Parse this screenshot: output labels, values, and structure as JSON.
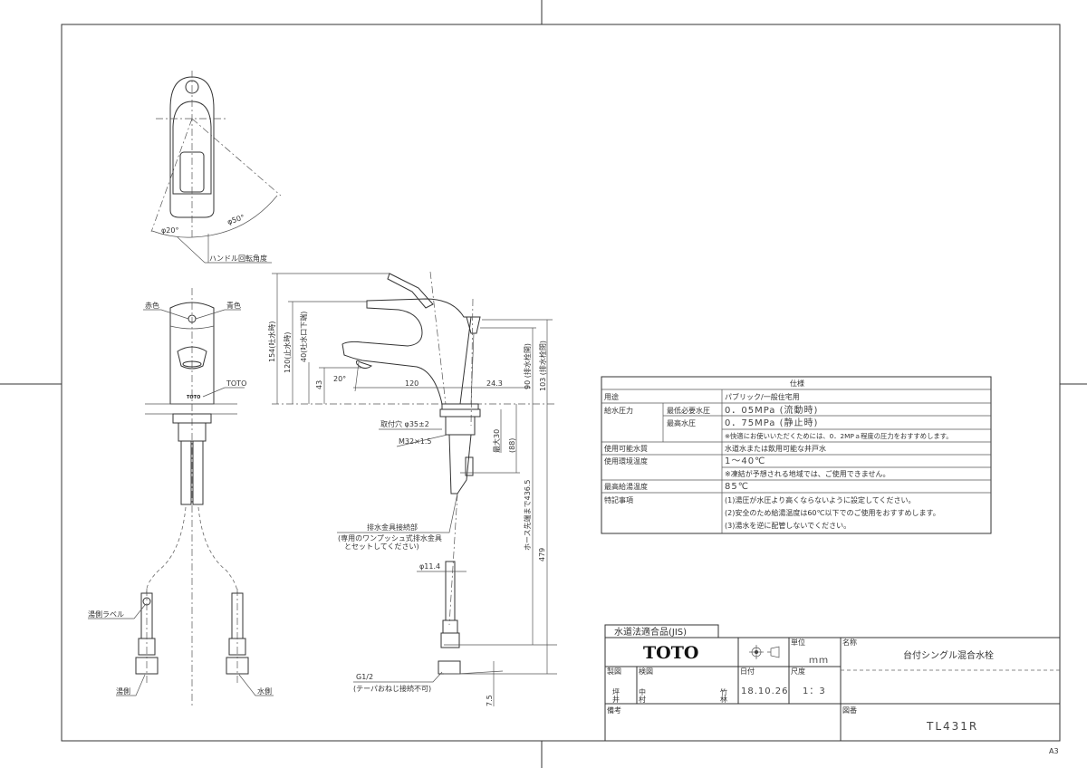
{
  "sheet": {
    "size": "A3"
  },
  "top_view": {
    "angle_left": "φ20°",
    "angle_right": "φ50°",
    "handle_rotation_label": "ハンドル回転角度"
  },
  "front_view": {
    "red_label": "赤色",
    "blue_label": "青色",
    "logo_label": "TOTO",
    "hot_label_tag": "湯側ラベル",
    "hot_side": "湯側",
    "cold_side": "水側"
  },
  "side_view": {
    "dim_154": "154(吐水時)",
    "dim_120": "120(止水時)",
    "dim_40": "40(吐水口下端)",
    "dim_43": "43",
    "angle_20": "20°",
    "dim_120h": "120",
    "dim_24_3": "24.3",
    "dim_90": "90 (排水栓開)",
    "dim_103": "103 (排水栓閉)",
    "mount_hole": "取付穴 φ35±2",
    "thread": "M32×1.5",
    "max_30": "最大30",
    "dim_88": "(88)",
    "hose_436": "ホース先端まで436.5",
    "dim_479": "479",
    "drain_connection": "排水金具接続部",
    "drain_note_1": "(専用のワンプッシュ式排水金具",
    "drain_note_2": "とセットしてください)",
    "hose_dia": "φ11.4",
    "g_thread": "G1/2",
    "g_note": "(テーパおねじ接続不可)",
    "dim_7_5": "7.5"
  },
  "spec_table": {
    "title": "仕様",
    "rows": [
      {
        "label": "用途",
        "sub": "",
        "value": "パブリック/一般住宅用"
      },
      {
        "label": "給水圧力",
        "sub": "最低必要水圧",
        "value": "0．05MPa (流動時)"
      },
      {
        "label": "",
        "sub": "最高水圧",
        "value": "0．75MPa (静止時)"
      },
      {
        "label": "",
        "sub": "",
        "value": "※快適にお使いいただくためには、0．2MPａ程度の圧力をおすすめします。"
      },
      {
        "label": "使用可能水質",
        "sub": "",
        "value": "水道水または飲用可能な井戸水"
      },
      {
        "label": "使用環境温度",
        "sub": "",
        "value": "1～40℃"
      },
      {
        "label": "",
        "sub": "",
        "value": "※凍結が予想される地域では、ご使用できません。"
      },
      {
        "label": "最高給湯温度",
        "sub": "",
        "value": "85℃"
      },
      {
        "label": "特記事項",
        "sub": "",
        "value": "(1)湯圧が水圧より高くならないように設定してください。"
      },
      {
        "label": "",
        "sub": "",
        "value": "(2)安全のため給湯温度は60℃以下でのご使用をおすすめします。"
      },
      {
        "label": "",
        "sub": "",
        "value": "(3)湯水を逆に配管しないでください。"
      }
    ]
  },
  "title_block": {
    "compliance_tab": "水道法適合品(JIS)",
    "brand": "TOTO",
    "unit_label": "単位",
    "unit_value": "ｍｍ",
    "name_label": "名称",
    "name_value": "台付シングル混合水栓",
    "drawn_label": "製図",
    "drawn_by": "坪井",
    "checked_label": "検図",
    "checked_by_1": "中村",
    "checked_by_2": "竹林",
    "date_label": "日付",
    "date_value": "18.10.26",
    "scale_label": "尺度",
    "scale_value": "1：3",
    "remarks_label": "備考",
    "drawing_no_label": "図番",
    "drawing_no": "TL431R"
  }
}
